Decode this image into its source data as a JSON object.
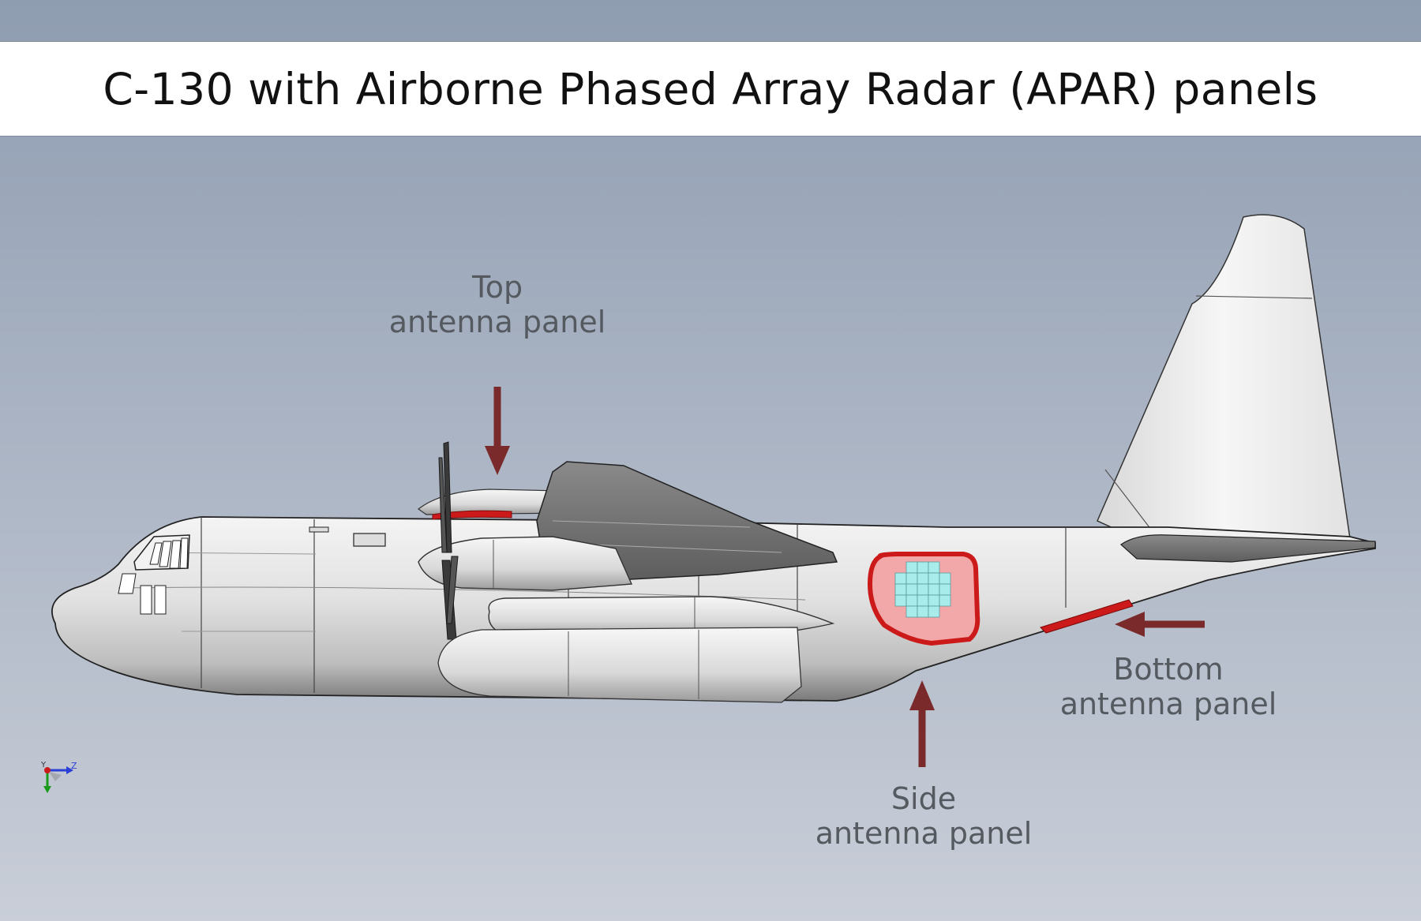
{
  "title": "C-130 with Airborne Phased Array Radar (APAR) panels",
  "labels": {
    "top": {
      "line1": "Top",
      "line2": "antenna panel"
    },
    "side": {
      "line1": "Side",
      "line2": "antenna panel"
    },
    "bottom": {
      "line1": "Bottom",
      "line2": "antenna panel"
    }
  },
  "triad": {
    "y_axis": "Y",
    "z_axis": "Z"
  },
  "colors": {
    "arrow": "#7a2a2a",
    "panel_outline": "#cc1a1a",
    "panel_fill": "#f2a8a8",
    "array_grid": "#a9ecec",
    "fuselage": "#e6e6e6",
    "wing": "#6f6f6f"
  }
}
